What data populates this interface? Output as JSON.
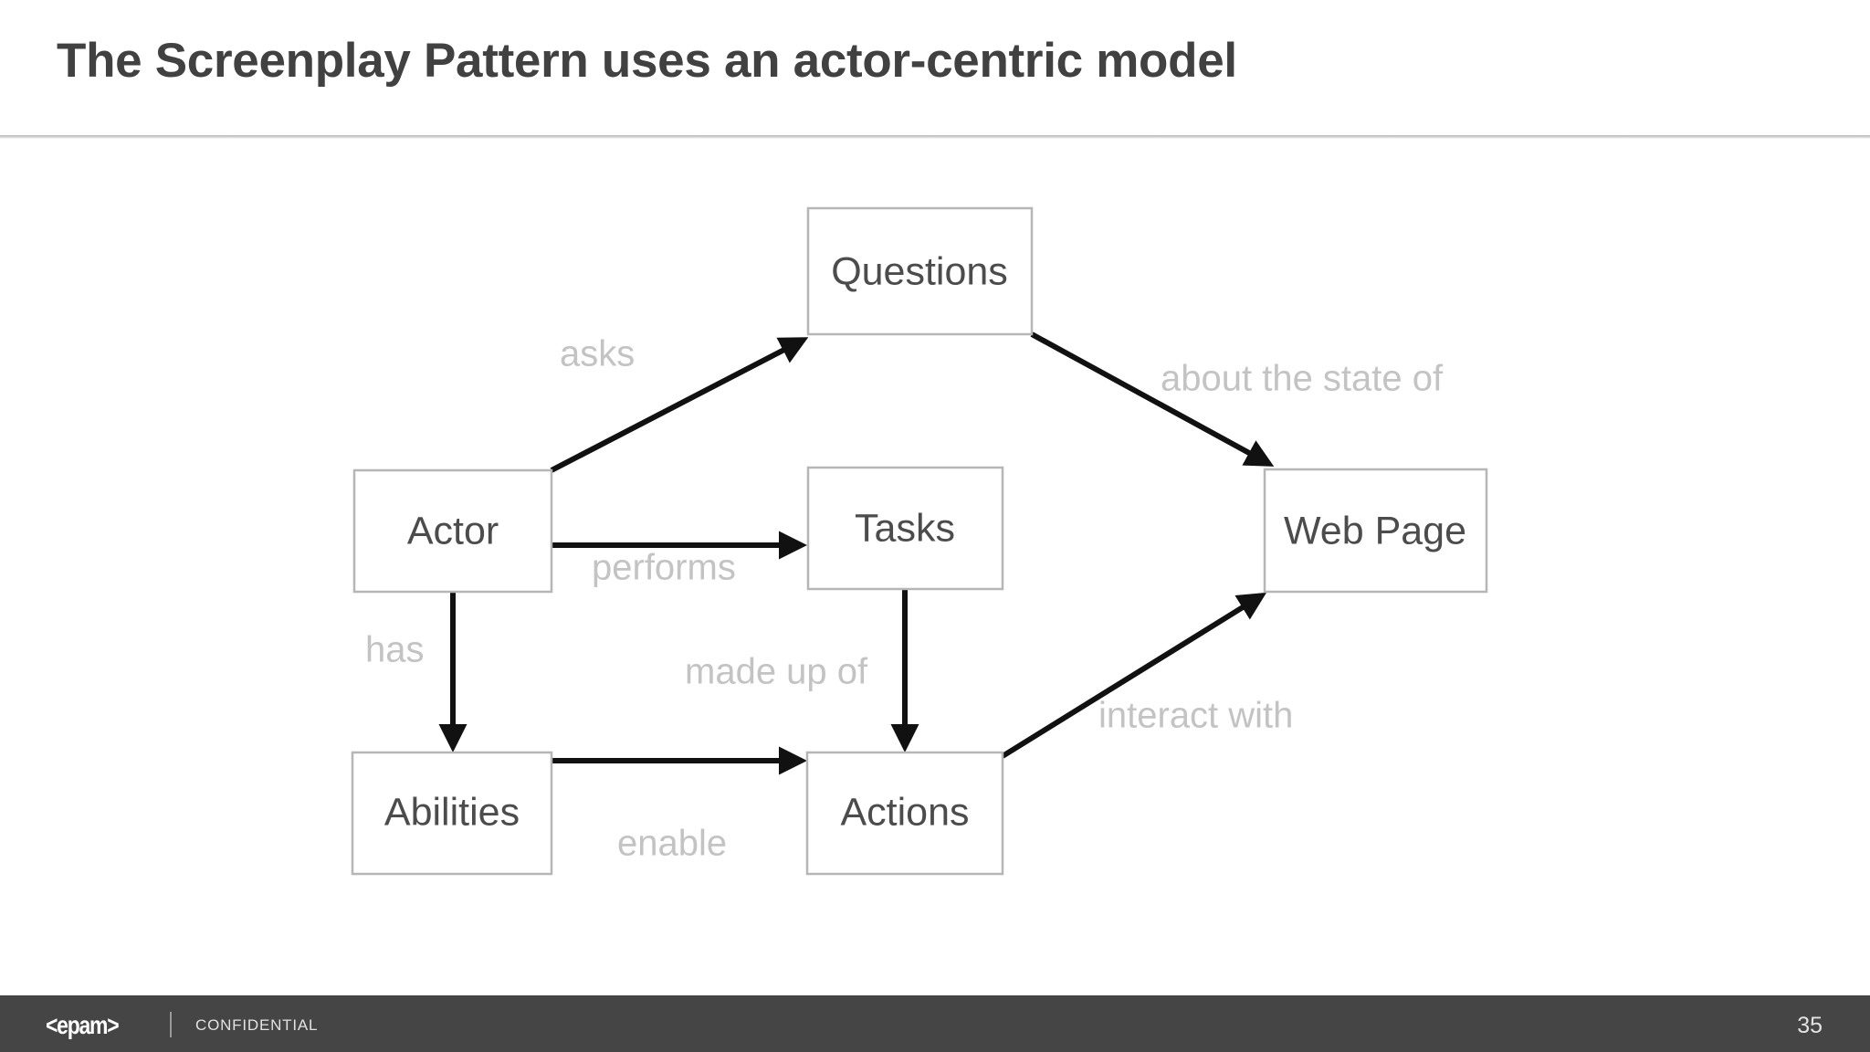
{
  "slide": {
    "title": "The Screenplay Pattern uses an actor-centric model",
    "title_color": "#414141",
    "background_color": "#ffffff"
  },
  "footer": {
    "logo_text": "<epam>",
    "confidential_label": "CONFIDENTIAL",
    "page_number": "35",
    "background_color": "#454545",
    "text_color": "#e2e2e2"
  },
  "diagram": {
    "type": "directed-graph",
    "node_border_color": "#b6b6b6",
    "node_text_color": "#4c4c4c",
    "edge_color": "#111111",
    "edge_label_color": "#c3c3c3",
    "nodes": [
      {
        "id": "questions",
        "label": "Questions"
      },
      {
        "id": "actor",
        "label": "Actor"
      },
      {
        "id": "tasks",
        "label": "Tasks"
      },
      {
        "id": "webpage",
        "label": "Web Page"
      },
      {
        "id": "abilities",
        "label": "Abilities"
      },
      {
        "id": "actions",
        "label": "Actions"
      }
    ],
    "edges": [
      {
        "from": "actor",
        "to": "questions",
        "label": "asks"
      },
      {
        "from": "questions",
        "to": "webpage",
        "label": "about the state of"
      },
      {
        "from": "actor",
        "to": "tasks",
        "label": "performs"
      },
      {
        "from": "actor",
        "to": "abilities",
        "label": "has"
      },
      {
        "from": "tasks",
        "to": "actions",
        "label": "made up of"
      },
      {
        "from": "abilities",
        "to": "actions",
        "label": "enable"
      },
      {
        "from": "actions",
        "to": "webpage",
        "label": "interact with"
      }
    ]
  }
}
